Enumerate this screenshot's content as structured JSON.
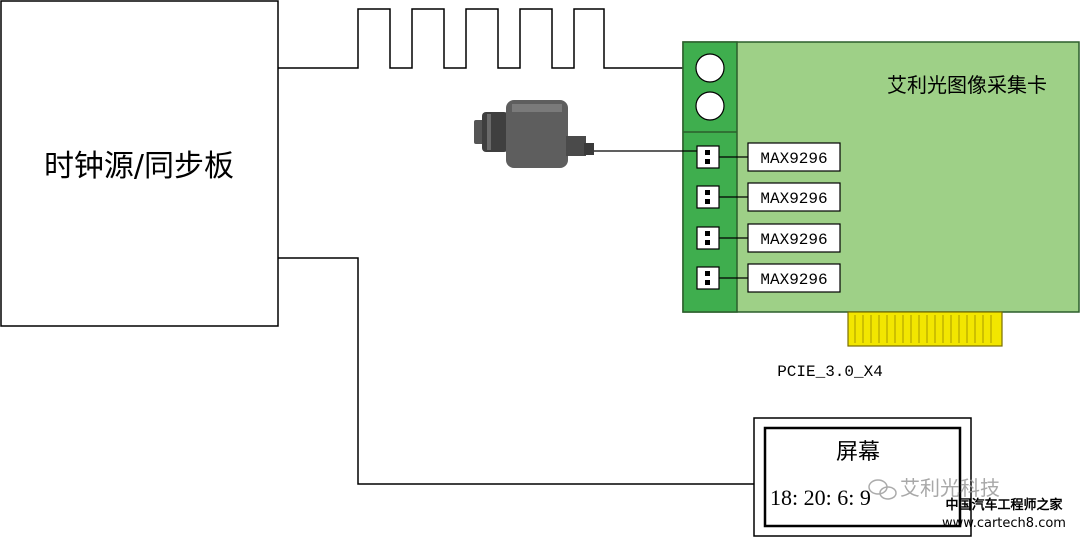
{
  "clock_board": {
    "label": "时钟源/同步板"
  },
  "capture_card": {
    "title": "艾利光图像采集卡",
    "chips": [
      "MAX9296",
      "MAX9296",
      "MAX9296",
      "MAX9296"
    ],
    "interface_label": "PCIE_3.0_X4"
  },
  "screen": {
    "title": "屏幕",
    "time_text": "18: 20: 6: 9"
  },
  "watermark": {
    "brand": "艾利光科技",
    "site_cn": "中国汽车工程师之家",
    "site_url": "www.cartech8.com"
  },
  "colors": {
    "card_green": "#9ed087",
    "connector_green": "#3fae4e",
    "pcie_yellow": "#f2e600",
    "line": "#000000"
  }
}
